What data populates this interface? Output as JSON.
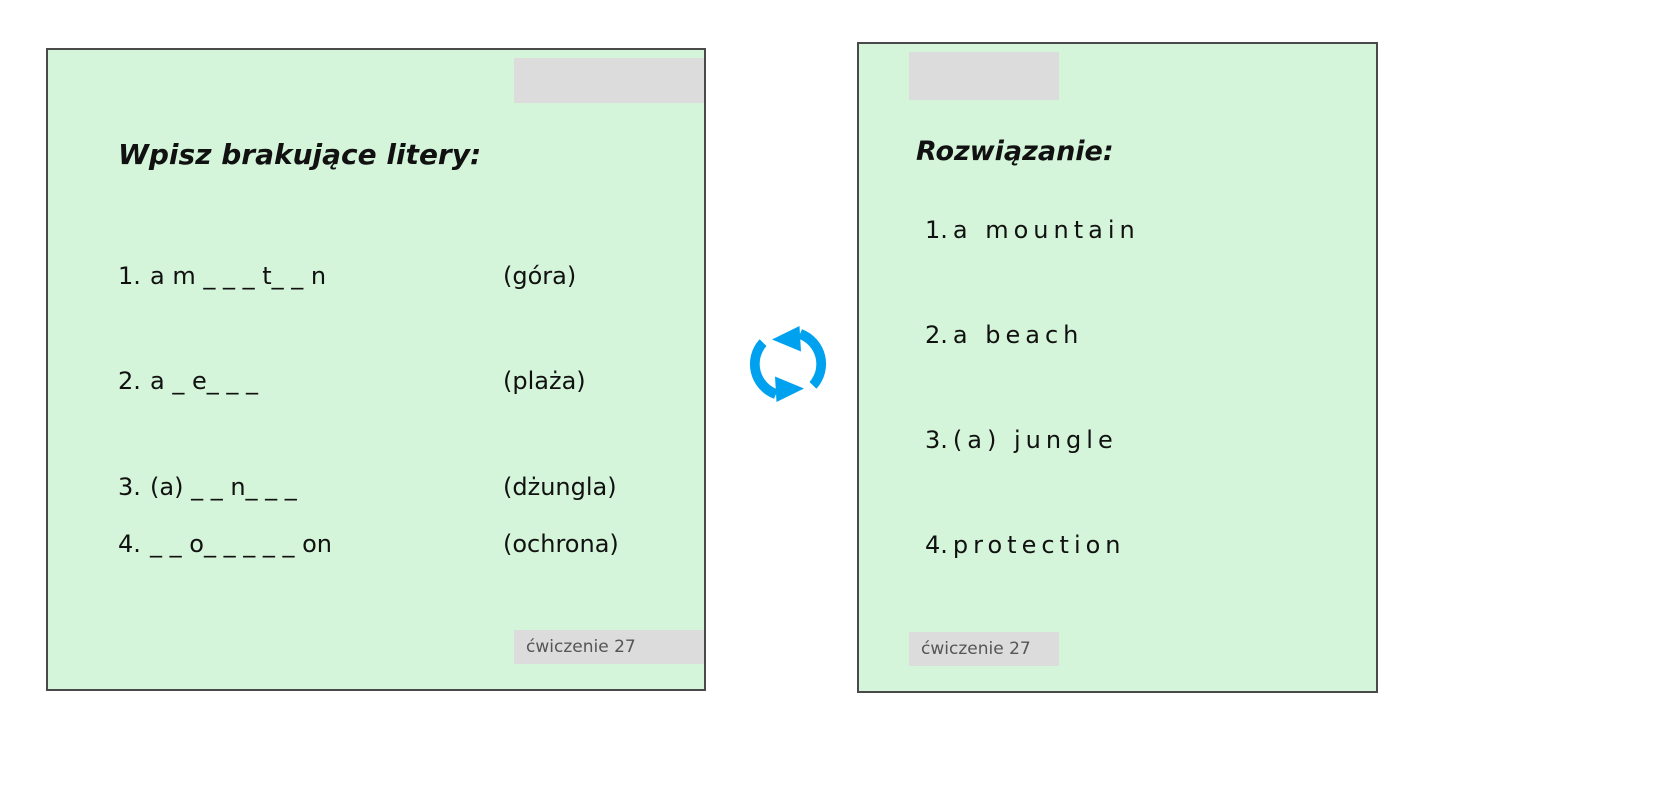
{
  "theme": {
    "card_background": "#d4f5d9",
    "card_border": "#4a4a4a",
    "placeholder_grey": "#dcdcdc",
    "icon_blue": "#00a2f0",
    "text_color": "#111111",
    "badge_text": "#555555"
  },
  "exercise_card": {
    "heading": "Wpisz brakujące litery:",
    "rows": [
      {
        "number": "1.",
        "prompt": "a  m _ _ _ t_ _ n",
        "hint": "(góra)"
      },
      {
        "number": "2.",
        "prompt": "a  _ e_ _ _",
        "hint": "(plaża)"
      },
      {
        "number": "3.",
        "prompt": "(a)  _ _ n_ _ _",
        "hint": "(dżungla)"
      },
      {
        "number": "4.",
        "prompt": "_ _ o_ _ _ _ _ on",
        "hint": "(ochrona)"
      }
    ],
    "badge": "ćwiczenie 27"
  },
  "solution_card": {
    "heading": "Rozwiązanie:",
    "rows": [
      {
        "number": "1.",
        "answer": "a mountain"
      },
      {
        "number": "2.",
        "answer": "a beach"
      },
      {
        "number": "3.",
        "answer": "(a) jungle"
      },
      {
        "number": "4.",
        "answer": "protection"
      }
    ],
    "badge": "ćwiczenie 27"
  },
  "sync_icon": {
    "name": "sync-refresh-icon",
    "color": "#00a2f0"
  }
}
